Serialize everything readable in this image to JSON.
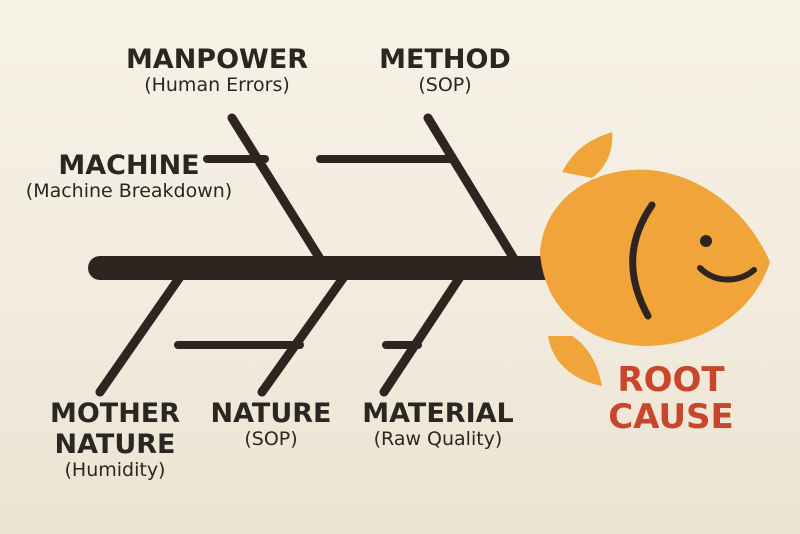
{
  "colors": {
    "bone": "#2e2520",
    "fish": "#f0a43a",
    "fish_line": "#2e2520",
    "root_text": "#c8472a",
    "text": "#2a2622"
  },
  "categories": [
    {
      "id": "manpower",
      "title": "MANPOWER",
      "detail": "(Human Errors)"
    },
    {
      "id": "method",
      "title": "METHOD",
      "detail": "(SOP)"
    },
    {
      "id": "machine",
      "title": "MACHINE",
      "detail": "(Machine Breakdown)"
    },
    {
      "id": "mother_nature",
      "title_line1": "MOTHER",
      "title_line2": "NATURE",
      "detail": "(Humidity)"
    },
    {
      "id": "nature",
      "title": "NATURE",
      "detail": "(SOP)"
    },
    {
      "id": "material",
      "title": "MATERIAL",
      "detail": "(Raw Quality)"
    }
  ],
  "effect": {
    "line1": "ROOT",
    "line2": "CAUSE"
  }
}
